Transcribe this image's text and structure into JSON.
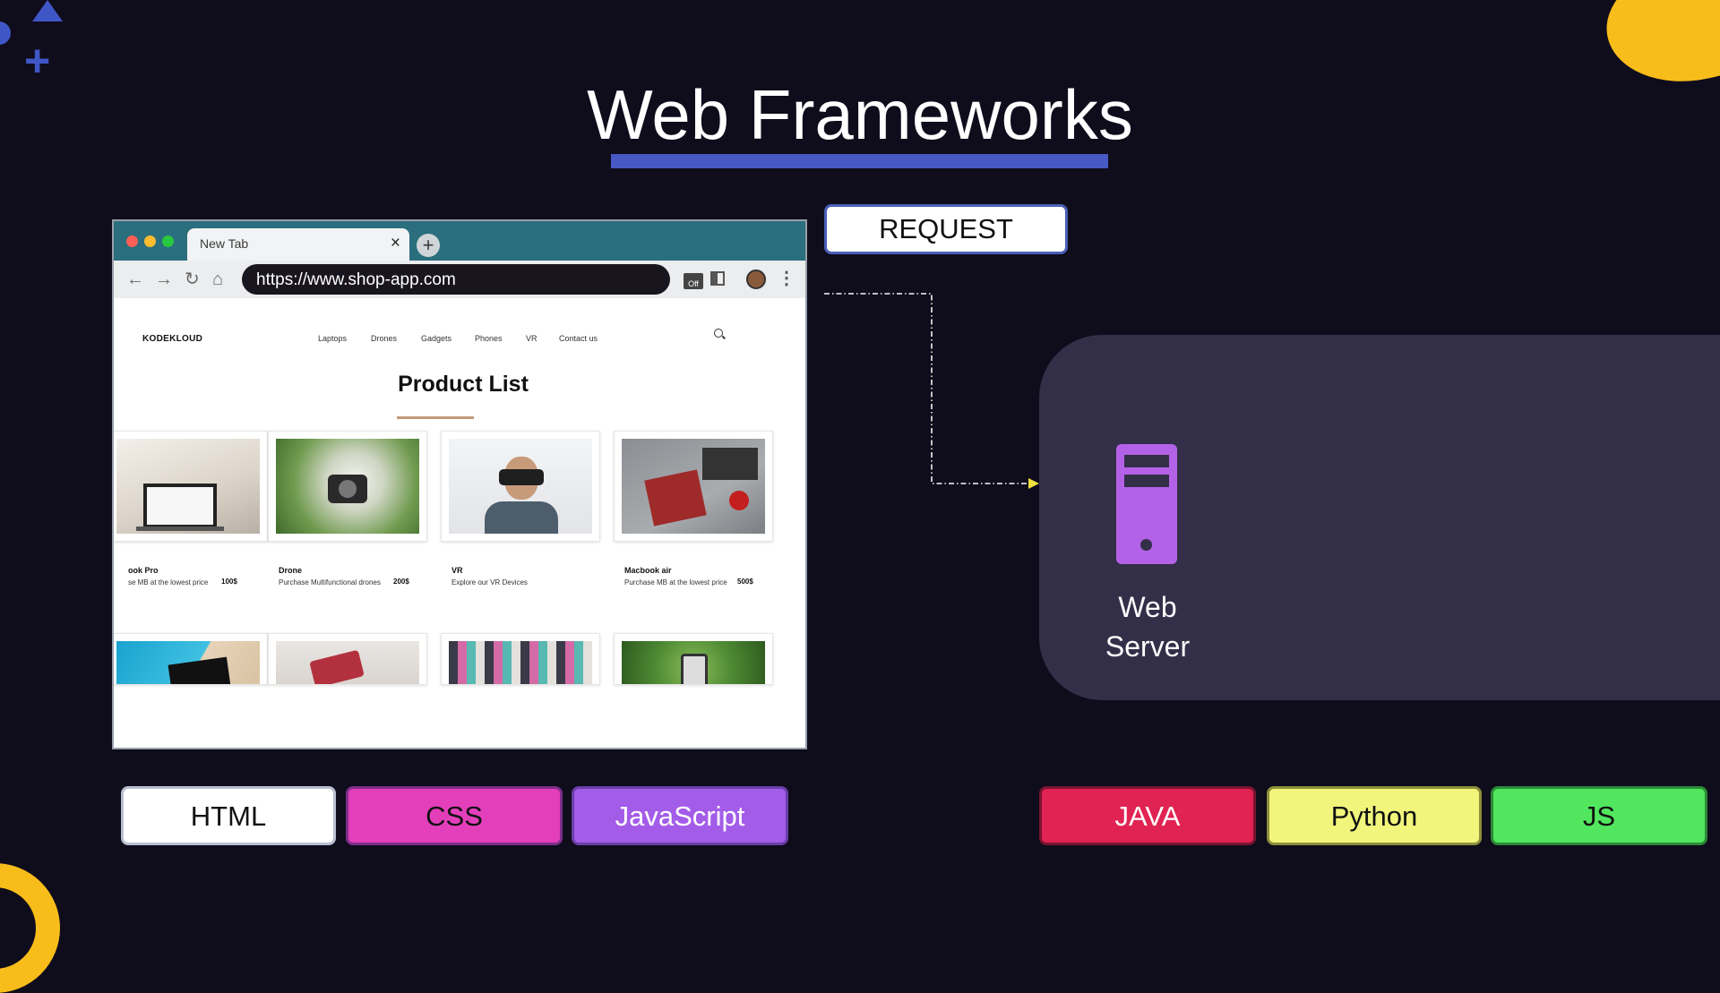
{
  "slide": {
    "title": "Web Frameworks",
    "request_label": "REQUEST",
    "server_label_line1": "Web",
    "server_label_line2": "Server"
  },
  "browser": {
    "tab_title": "New Tab",
    "tab_close": "×",
    "new_tab": "+",
    "url": "https://www.shop-app.com",
    "ext_badge": "Off",
    "nav_back": "←",
    "nav_forward": "→",
    "nav_reload": "↻",
    "nav_home": "⌂",
    "menu": "⋮"
  },
  "page": {
    "brand": "KODEKLOUD",
    "nav": [
      "Laptops",
      "Drones",
      "Gadgets",
      "Phones",
      "VR",
      "Contact us"
    ],
    "heading": "Product List",
    "products": [
      {
        "name": "ook Pro",
        "desc": "se MB at the lowest price",
        "price": "100$"
      },
      {
        "name": "Drone",
        "desc": "Purchase Multifunctional drones",
        "price": "200$"
      },
      {
        "name": "VR",
        "desc": "Explore our VR Devices",
        "price": ""
      },
      {
        "name": "Macbook air",
        "desc": "Purchase MB at the lowest price",
        "price": "500$"
      }
    ]
  },
  "frontend_tech": [
    "HTML",
    "CSS",
    "JavaScript"
  ],
  "backend_tech": [
    "JAVA",
    "Python",
    "JS"
  ],
  "colors": {
    "background": "#0f0c1c",
    "accent_blue": "#4659c4",
    "accent_yellow": "#f8bd1a",
    "server_panel": "#332f48",
    "server_icon": "#b362e7",
    "html_btn": "#ffffff",
    "css_btn": "#e33fbb",
    "javascript_btn": "#a35ce8",
    "java_btn": "#e02352",
    "python_btn": "#f1f57c",
    "js_btn": "#52e65f"
  }
}
